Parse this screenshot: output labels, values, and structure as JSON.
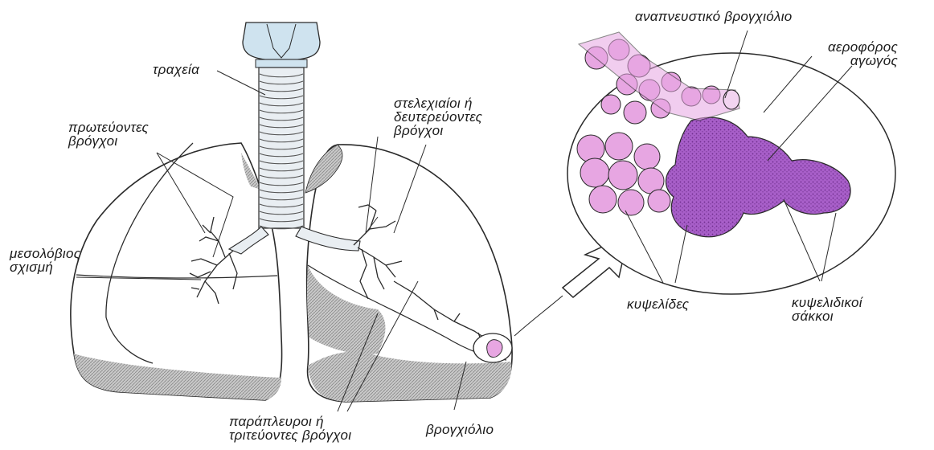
{
  "labels": {
    "trachea": "τραχεία",
    "primary_bronchi": [
      "πρωτεύοντες",
      "βρόγχοι"
    ],
    "secondary_bronchi": [
      "στελεχιαίοι ή",
      "δευτερεύοντες",
      "βρόγχοι"
    ],
    "fissure": [
      "μεσολόβιος",
      "σχισμή"
    ],
    "tertiary_bronchi": [
      "παράπλευροι ή",
      "τριτεύοντες βρόγχοι"
    ],
    "bronchiole": "βρογχιόλιο",
    "respiratory_bronchiole": "αναπνευστικό βρογχιόλιο",
    "alveolar_duct": [
      "αεροφόρος",
      "αγωγός"
    ],
    "alveoli": "κυψελίδες",
    "alveolar_sacs": [
      "κυψελιδικοί",
      "σάκκοι"
    ]
  },
  "colors": {
    "line": "#2a2a2a",
    "cartilage": "#cfe3ef",
    "alveoli_pink": "#e7a6e2",
    "sac_purple": "#a85fc9",
    "shading": "#a9a9a9"
  }
}
